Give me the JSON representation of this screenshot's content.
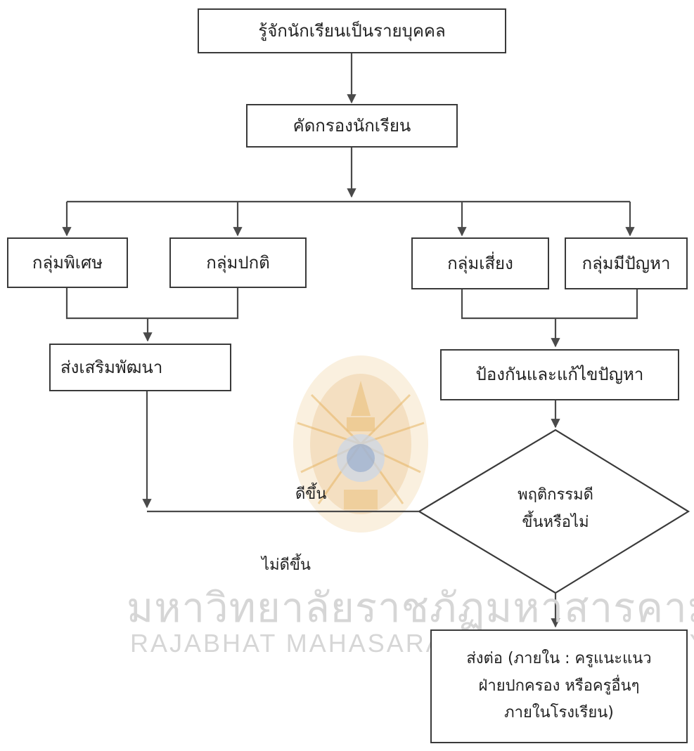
{
  "boxes": {
    "know_students": "รู้จักนักเรียนเป็นรายบุคคล",
    "screening": "คัดกรองนักเรียน",
    "special_group": "กลุ่มพิเศษ",
    "normal_group": "กลุ่มปกติ",
    "risk_group": "กลุ่มเสี่ยง",
    "problem_group": "กลุ่มมีปัญหา",
    "promote": "ส่งเสริมพัฒนา",
    "prevent_solve": "ป้องกันและแก้ไขปัญหา",
    "referral": {
      "line1": "ส่งต่อ (ภายใน : ครูแนะแนว",
      "line2": "ฝ่ายปกครอง หรือครูอื่นๆ",
      "line3": "ภายในโรงเรียน)"
    }
  },
  "decision": {
    "line1": "พฤติกรรมดี",
    "line2": "ขึ้นหรือไม่"
  },
  "edge_labels": {
    "better": "ดีขึ้น",
    "not_better": "ไม่ดีขึ้น"
  },
  "watermark": {
    "thai": "มหาวิทยาลัยราชภัฏมหาสารคาม",
    "english": "RAJABHAT MAHASARAKHAM UNIVERSITY"
  },
  "colors": {
    "line": "#4a4a4a",
    "box_border": "#3a3a3a",
    "watermark": "#d6d6d6",
    "seal_gold": "#e6b15a",
    "seal_blue": "#8aa2c8"
  }
}
